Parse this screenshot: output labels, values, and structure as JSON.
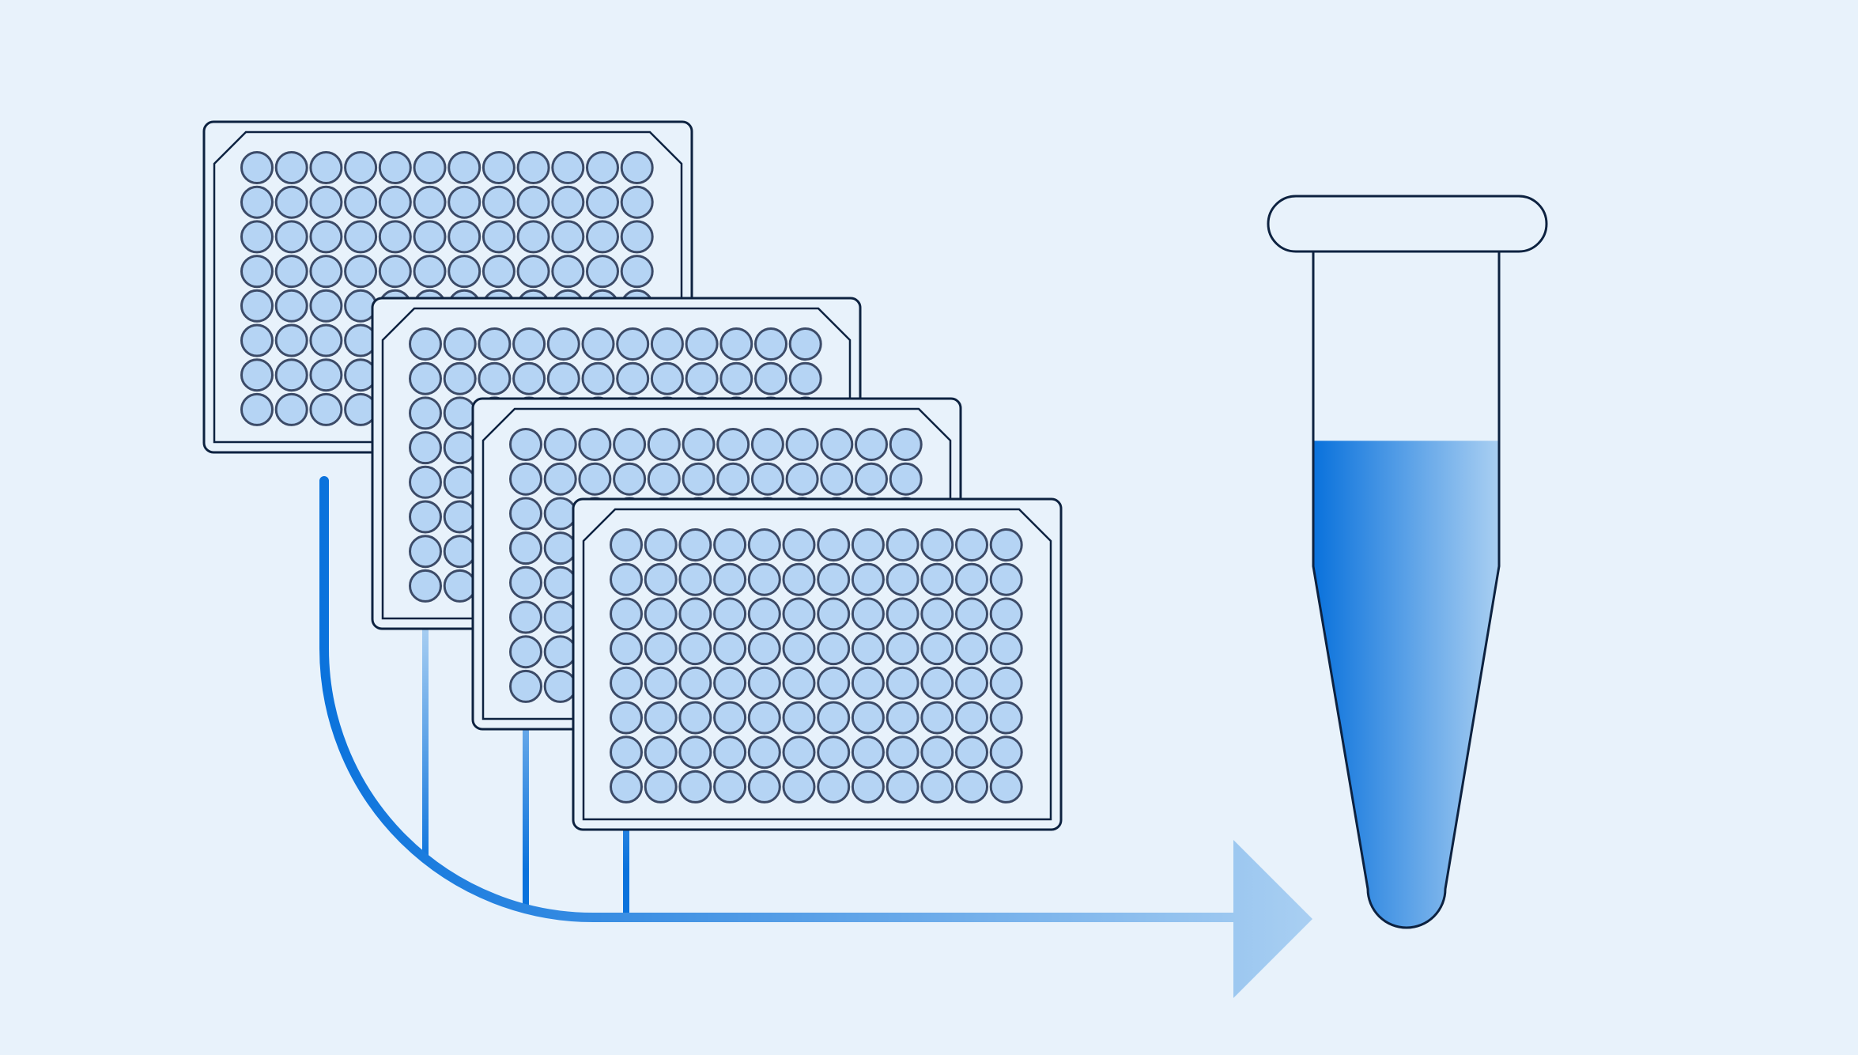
{
  "diagram": {
    "colors": {
      "background": "#e8f2fb",
      "outline": "#0d2240",
      "plate_fill": "#e8f2fb",
      "well_fill": "#b5d4f4",
      "well_stroke": "#3c4b68",
      "accent_dark": "#0a72dc",
      "accent_light": "#a9cff2"
    },
    "plates": [
      {
        "id": "plate-1",
        "rows": 8,
        "cols": 12
      },
      {
        "id": "plate-2",
        "rows": 8,
        "cols": 12
      },
      {
        "id": "plate-3",
        "rows": 8,
        "cols": 12
      },
      {
        "id": "plate-4",
        "rows": 8,
        "cols": 12
      }
    ],
    "pooling_arrow": {
      "icon": "arrow-right-icon"
    },
    "tube": {
      "icon": "microcentrifuge-tube-icon",
      "fill_level": 0.72
    }
  }
}
